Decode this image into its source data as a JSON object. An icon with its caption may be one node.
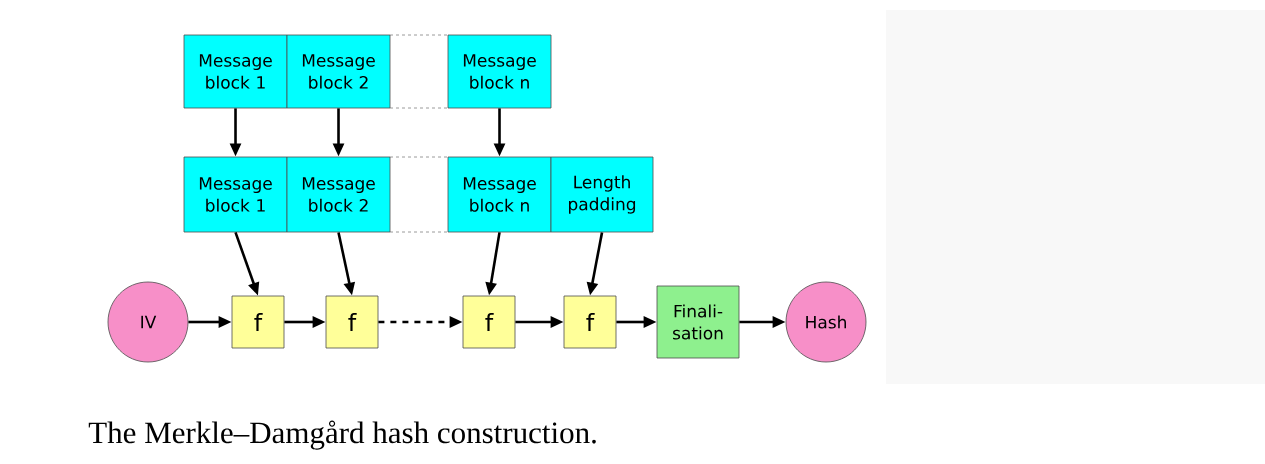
{
  "diagram": {
    "caption": "The Merkle–Damgård hash construction.",
    "nodes": [
      {
        "text": [
          "Message block 1"
        ]
      },
      {
        "text": [
          "Message block 2"
        ]
      },
      {
        "text": [
          "Message block n"
        ]
      },
      {
        "text": [
          "Message block 1"
        ]
      },
      {
        "text": [
          "Message block 2"
        ]
      },
      {
        "text": [
          "Message block n"
        ]
      },
      {
        "text": [
          "Length padding"
        ]
      },
      {
        "text": [
          "IV"
        ]
      },
      {
        "text": [
          "f"
        ]
      },
      {
        "text": [
          "f"
        ]
      },
      {
        "text": [
          "f"
        ]
      },
      {
        "text": [
          "f"
        ]
      },
      {
        "text": [
          "Finali- sation"
        ]
      },
      {
        "text": [
          "Hash"
        ]
      }
    ],
    "edges": [
      {
        "from": 0,
        "to": 3,
        "arrow": "to"
      },
      {
        "from": 1,
        "to": 4,
        "arrow": "to"
      },
      {
        "from": 2,
        "to": 5,
        "arrow": "to"
      },
      {
        "from": 3,
        "to": 8,
        "arrow": "to"
      },
      {
        "from": 4,
        "to": 9,
        "arrow": "to"
      },
      {
        "from": 5,
        "to": 10,
        "arrow": "to"
      },
      {
        "from": 6,
        "to": 11,
        "arrow": "to"
      },
      {
        "from": 7,
        "to": 8,
        "arrow": "to"
      },
      {
        "from": 8,
        "to": 9,
        "arrow": "to"
      },
      {
        "from": 9,
        "to": 10,
        "arrow": "to",
        "style": "dashed"
      },
      {
        "from": 10,
        "to": 11,
        "arrow": "to"
      },
      {
        "from": 11,
        "to": 12,
        "arrow": "to"
      },
      {
        "from": 12,
        "to": 13,
        "arrow": "to"
      }
    ]
  }
}
